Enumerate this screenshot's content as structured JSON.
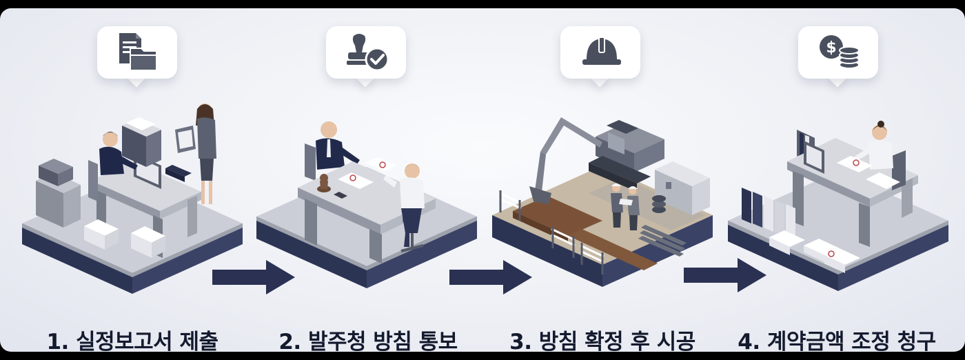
{
  "steps": [
    {
      "label": "1. 실정보고서 제출",
      "icon": "document-folder-icon"
    },
    {
      "label": "2. 발주청 방침 통보",
      "icon": "stamp-check-icon"
    },
    {
      "label": "3. 방침 확정 후 시공",
      "icon": "hard-hat-icon"
    },
    {
      "label": "4. 계약금액 조정 청구",
      "icon": "dollar-coins-icon"
    }
  ],
  "colors": {
    "navy": "#2c3454",
    "platform_top": "#c9ccd3",
    "platform_side": "#8a8f9c",
    "arrow": "#2a3152",
    "icon": "#4a4f5e"
  }
}
